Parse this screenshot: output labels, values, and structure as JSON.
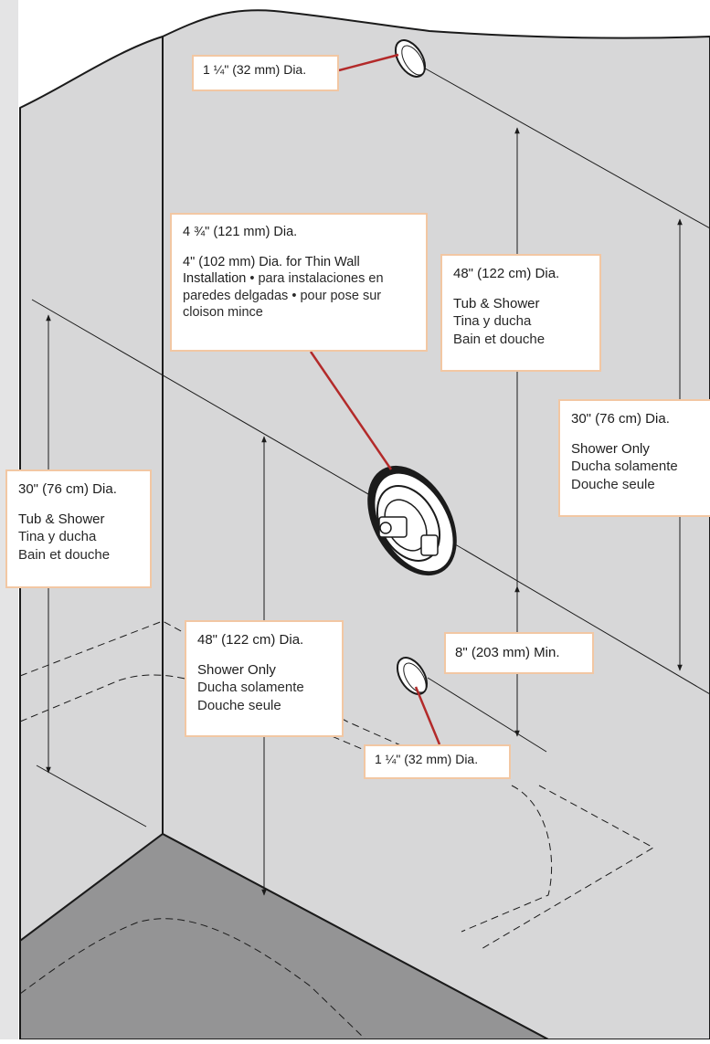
{
  "colors": {
    "wall": "#d7d7d8",
    "floor": "#949495",
    "outline": "#1b1b1b",
    "leader": "#b32a2a",
    "callout_border": "#f2c7a3"
  },
  "labels": {
    "top_hole": "1 ¼\" (32 mm) Dia.",
    "valve_dia": "4 ¾\" (121 mm) Dia.",
    "thin_wall_bold": "4\" (102 mm) Dia. for Thin Wall Installation",
    "thin_wall_sep1": " • ",
    "thin_wall_es": "para instalaciones en paredes delgadas",
    "thin_wall_sep2": " • ",
    "thin_wall_fr": "pour pose sur cloison mince",
    "tub_shower_48": {
      "dim": "48\" (122 cm) Dia.",
      "en": "Tub & Shower",
      "es": "Tina y ducha",
      "fr": "Bain et douche"
    },
    "shower_only_30": {
      "dim": "30\" (76 cm) Dia.",
      "en": "Shower Only",
      "es": "Ducha solamente",
      "fr": "Douche seule"
    },
    "tub_shower_30": {
      "dim": "30\" (76 cm) Dia.",
      "en": "Tub & Shower",
      "es": "Tina y ducha",
      "fr": "Bain et douche"
    },
    "shower_only_48": {
      "dim": "48\" (122 cm) Dia.",
      "en": "Shower Only",
      "es": "Ducha solamente",
      "fr": "Douche seule"
    },
    "min_8": "8\" (203 mm) Min.",
    "bottom_hole": "1 ¼\" (32 mm) Dia."
  }
}
